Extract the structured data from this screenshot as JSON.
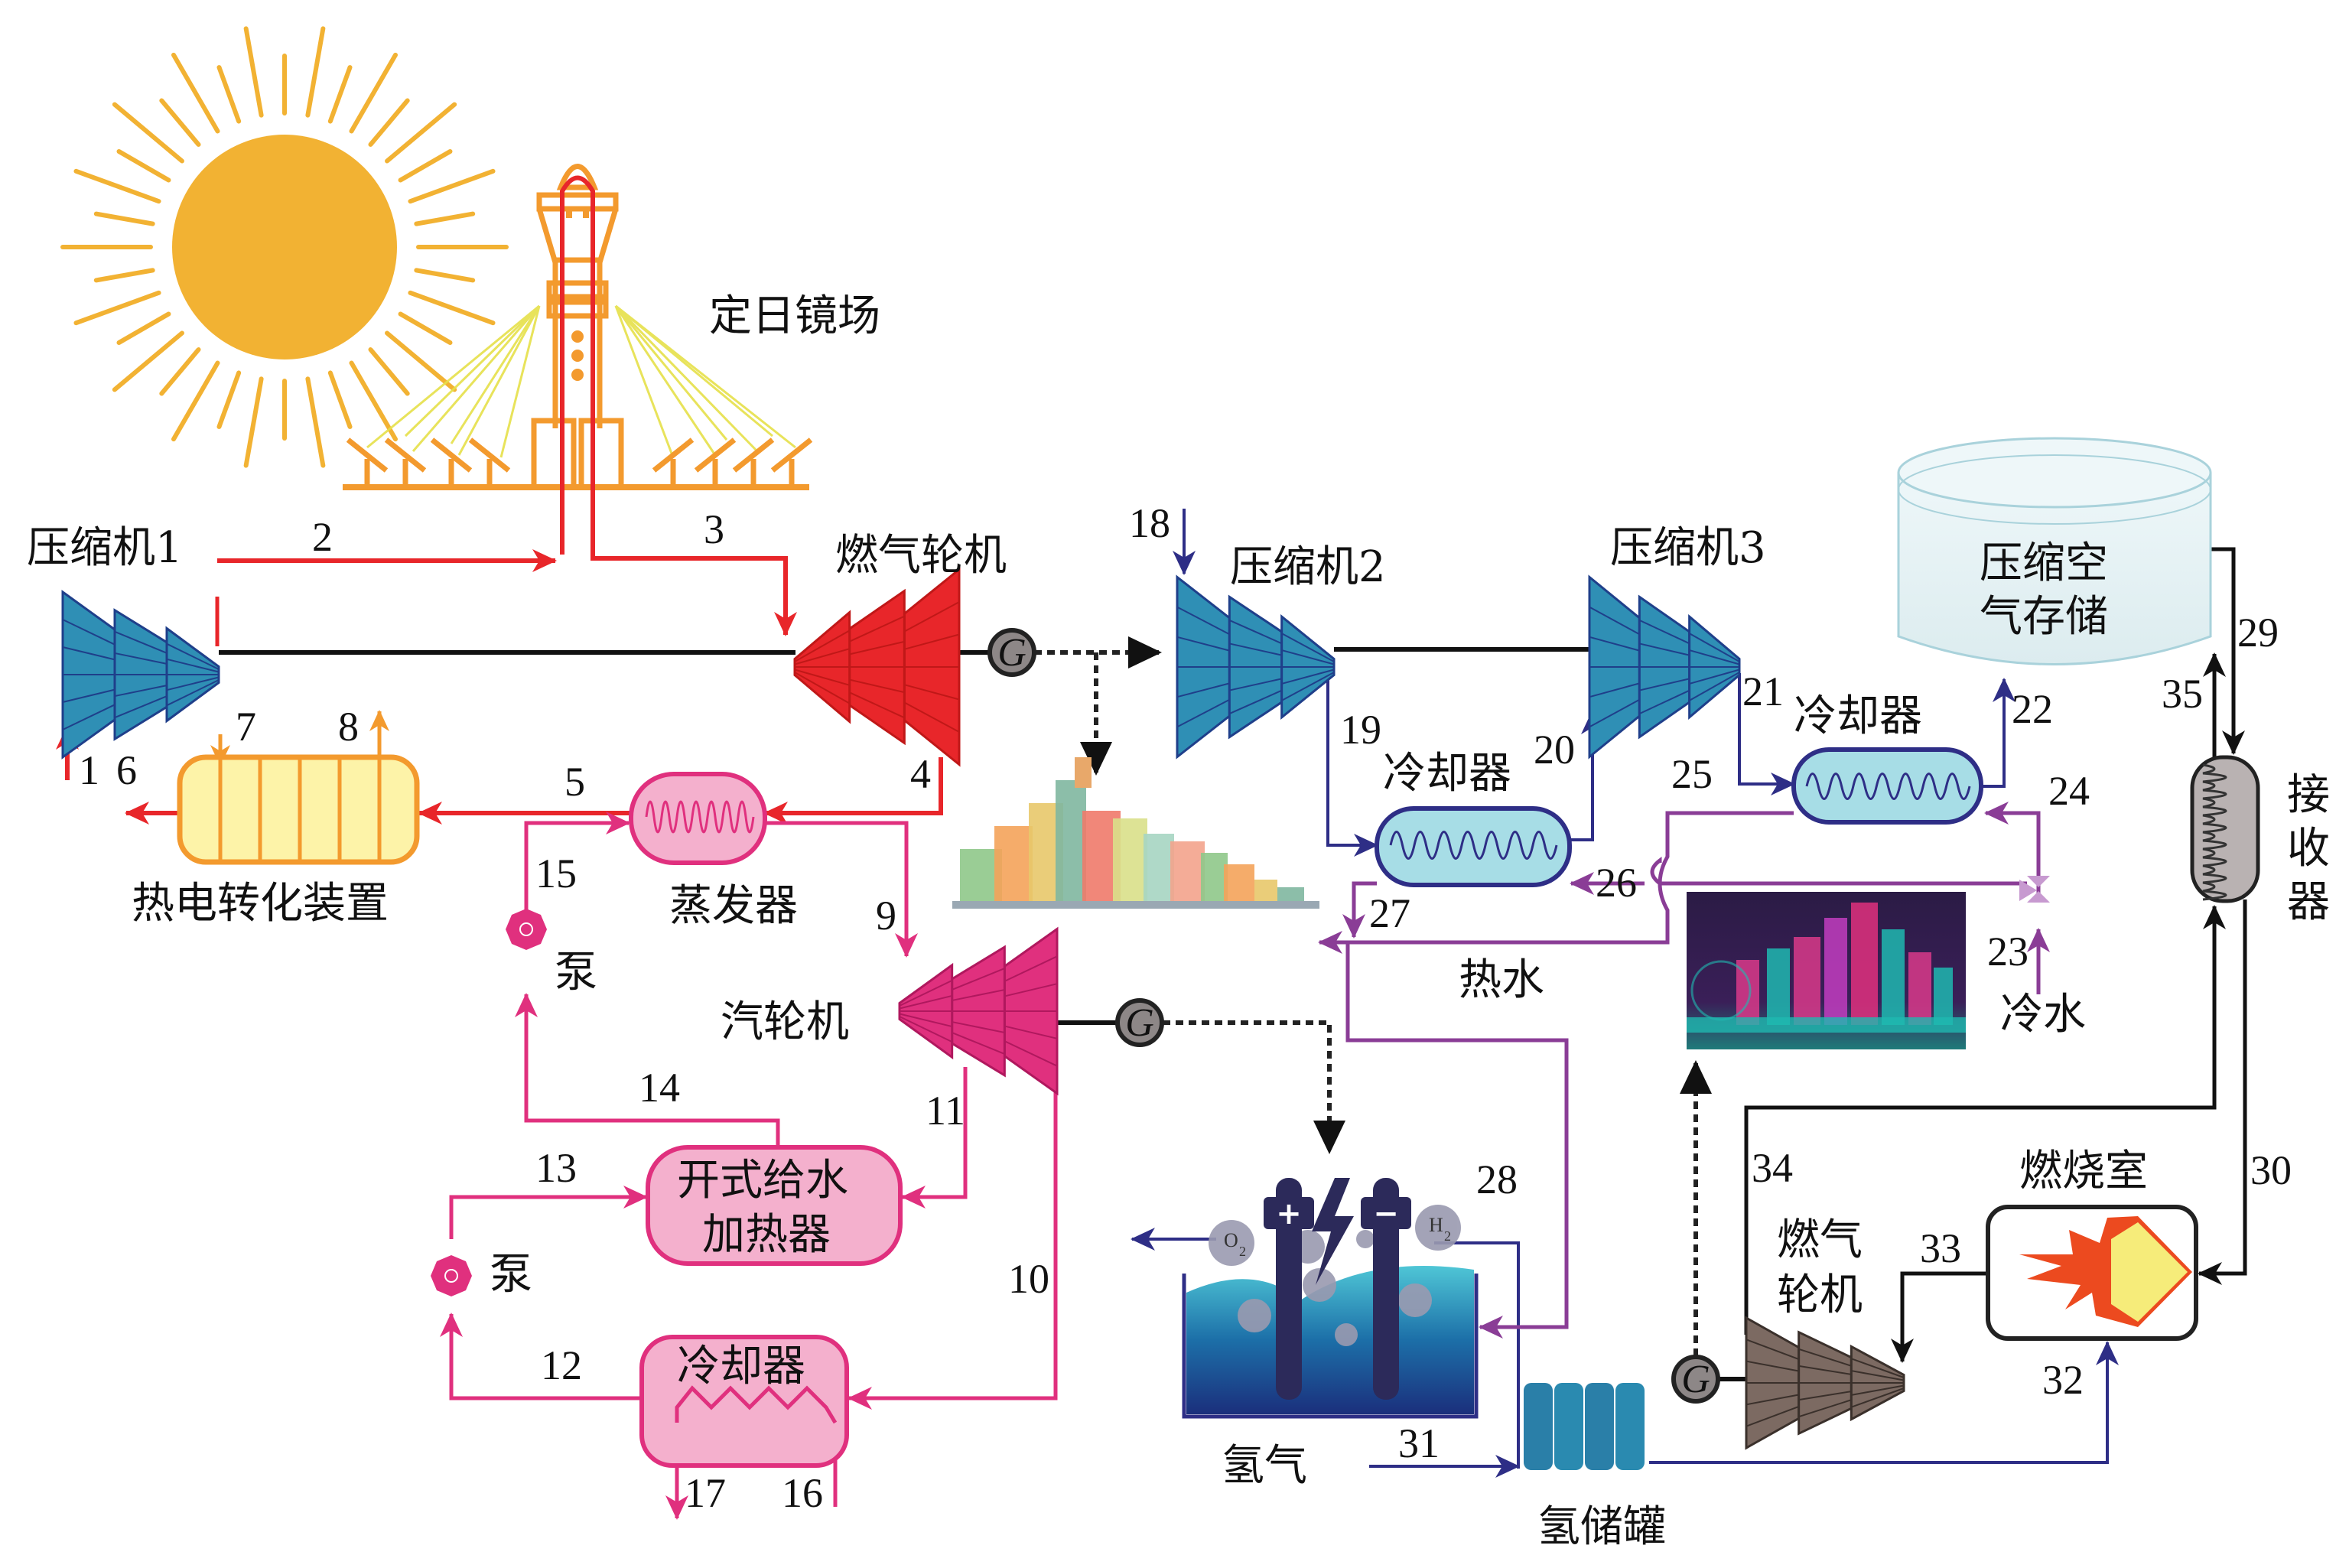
{
  "figure": {
    "title": "Solar tower + CAES + hydrogen integrated energy system schematic"
  },
  "components": {
    "heliostat_field": "定日镜场",
    "compressor1": "压缩机1",
    "gas_turbine_top": "燃气轮机",
    "compressor2": "压缩机2",
    "compressor3": "压缩机3",
    "caes_line1": "压缩空",
    "caes_line2": "气存储",
    "receiver_1": "接",
    "receiver_2": "收",
    "receiver_3": "器",
    "cooler_a": "冷却器",
    "cooler_b": "冷却器",
    "te_device": "热电转化装置",
    "evaporator": "蒸发器",
    "pump_top": "泵",
    "pump_bottom": "泵",
    "steam_turbine": "汽轮机",
    "feedwater_line1": "开式给水",
    "feedwater_line2": "加热器",
    "cooler_bottom": "冷却器",
    "hot_water": "热水",
    "cold_water": "冷水",
    "hydrogen": "氢气",
    "h2_storage": "氢储罐",
    "gas_turbine_bottom_1": "燃气",
    "gas_turbine_bottom_2": "轮机",
    "combustor": "燃烧室",
    "generator": "G",
    "o2": "O",
    "o2_sub": "2",
    "h2": "H",
    "h2_sub": "2",
    "plus": "+",
    "minus": "−"
  },
  "streams": {
    "s1": "1",
    "s2": "2",
    "s3": "3",
    "s4": "4",
    "s5": "5",
    "s6": "6",
    "s7": "7",
    "s8": "8",
    "s9": "9",
    "s10": "10",
    "s11": "11",
    "s12": "12",
    "s13": "13",
    "s14": "14",
    "s15": "15",
    "s16": "16",
    "s17": "17",
    "s18": "18",
    "s19": "19",
    "s20": "20",
    "s21": "21",
    "s22": "22",
    "s23": "23",
    "s24": "24",
    "s25": "25",
    "s26": "26",
    "s27": "27",
    "s28": "28",
    "s29": "29",
    "s30": "30",
    "s31": "31",
    "s32": "32",
    "s33": "33",
    "s34": "34",
    "s35": "35"
  },
  "colors": {
    "gas_loop": "#e8262a",
    "steam_loop": "#e0307e",
    "air_loop": "#3a3a8c",
    "water_loop": "#8a3d96",
    "te_orange": "#f39a2e",
    "compressor_blue": "#2f8fb5",
    "sun": "#f2b233"
  }
}
